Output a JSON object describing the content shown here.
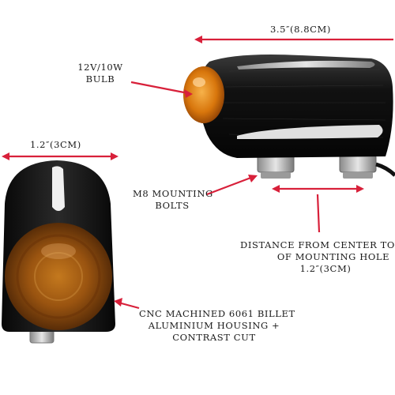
{
  "colors": {
    "arrow": "#d8203a",
    "housing": "#141414",
    "amber": "#e8870e",
    "chrome": "#d9d9d9"
  },
  "annotations": {
    "top_dimension": "3.5″(8.8CM)",
    "left_dimension": "1.2″(3CM)",
    "bulb": [
      "12V/10W",
      "BULB"
    ],
    "bolts": [
      "M8 MOUNTING",
      "BOLTS"
    ],
    "distance": [
      "DISTANCE FROM CENTER TO",
      "OF MOUNTING HOLE",
      "1.2″(3CM)"
    ],
    "housing": [
      "CNC MACHINED 6061 BILLET",
      "ALUMINIUM HOUSING +",
      "CONTRAST CUT"
    ]
  }
}
